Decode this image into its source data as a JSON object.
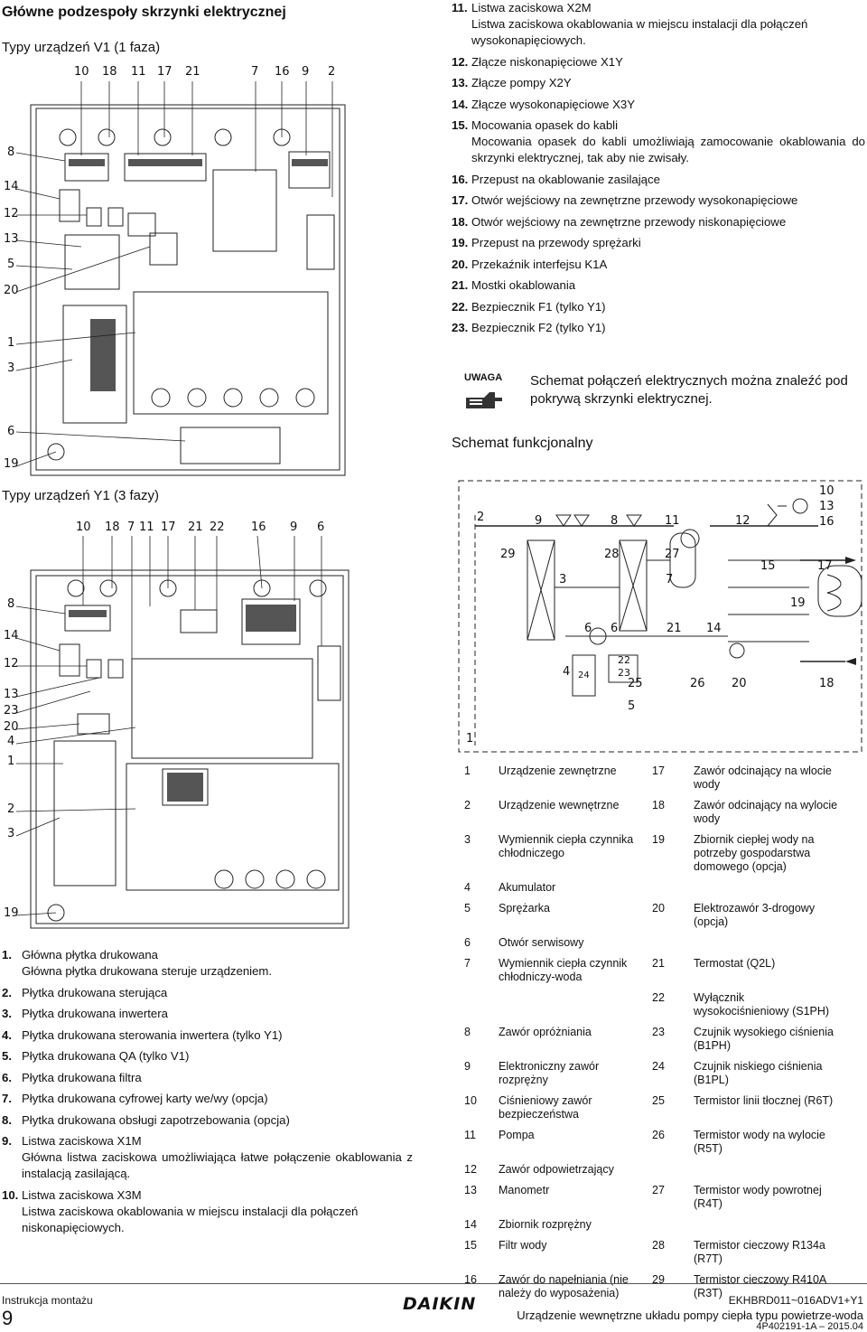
{
  "title": "Główne podzespoły skrzynki elektrycznej",
  "v1": {
    "heading": "Typy urządzeń V1 (1 faza)",
    "top_numbers": [
      "10",
      "18",
      "11",
      "17",
      "21",
      "7",
      "16",
      "9",
      "2"
    ],
    "left_numbers": [
      "8",
      "14",
      "12",
      "13",
      "5",
      "20",
      "1",
      "3",
      "6",
      "19"
    ]
  },
  "y1": {
    "heading": "Typy urządzeń Y1 (3 fazy)",
    "top_numbers": [
      "10",
      "18",
      "7",
      "11",
      "17",
      "21",
      "22",
      "16",
      "9",
      "6"
    ],
    "left_numbers": [
      "8",
      "14",
      "12",
      "13",
      "23",
      "20",
      "4",
      "1",
      "2",
      "3",
      "19"
    ]
  },
  "list_left": [
    {
      "n": "1.",
      "t": "Główna płytka drukowana",
      "d": "Główna płytka drukowana steruje urządzeniem."
    },
    {
      "n": "2.",
      "t": "Płytka drukowana sterująca"
    },
    {
      "n": "3.",
      "t": "Płytka drukowana inwertera"
    },
    {
      "n": "4.",
      "t": "Płytka drukowana sterowania inwertera (tylko Y1)"
    },
    {
      "n": "5.",
      "t": "Płytka drukowana QA (tylko V1)"
    },
    {
      "n": "6.",
      "t": "Płytka drukowana filtra"
    },
    {
      "n": "7.",
      "t": "Płytka drukowana cyfrowej karty we/wy (opcja)"
    },
    {
      "n": "8.",
      "t": "Płytka drukowana obsługi zapotrzebowania (opcja)"
    },
    {
      "n": "9.",
      "t": "Listwa zaciskowa X1M",
      "d": "Główna listwa zaciskowa umożliwiająca łatwe połączenie okablowania z instalacją zasilającą."
    },
    {
      "n": "10.",
      "t": "Listwa zaciskowa X3M",
      "d": "Listwa zaciskowa okablowania w miejscu instalacji dla połączeń niskonapięciowych."
    }
  ],
  "list_right": [
    {
      "n": "11.",
      "t": "Listwa zaciskowa X2M",
      "d": "Listwa zaciskowa okablowania w miejscu instalacji dla połączeń wysokonapięciowych."
    },
    {
      "n": "12.",
      "t": "Złącze niskonapięciowe X1Y"
    },
    {
      "n": "13.",
      "t": "Złącze pompy X2Y"
    },
    {
      "n": "14.",
      "t": "Złącze wysokonapięciowe X3Y"
    },
    {
      "n": "15.",
      "t": "Mocowania opasek do kabli",
      "d": "Mocowania opasek do kabli umożliwiają zamocowanie okablowania do skrzynki elektrycznej, tak aby nie zwisały."
    },
    {
      "n": "16.",
      "t": "Przepust na okablowanie zasilające"
    },
    {
      "n": "17.",
      "t": "Otwór wejściowy na zewnętrzne przewody wysokonapięciowe"
    },
    {
      "n": "18.",
      "t": "Otwór wejściowy na zewnętrzne przewody niskonapięciowe"
    },
    {
      "n": "19.",
      "t": "Przepust na przewody sprężarki"
    },
    {
      "n": "20.",
      "t": "Przekaźnik interfejsu K1A"
    },
    {
      "n": "21.",
      "t": "Mostki okablowania"
    },
    {
      "n": "22.",
      "t": "Bezpiecznik F1 (tylko Y1)"
    },
    {
      "n": "23.",
      "t": "Bezpiecznik F2 (tylko Y1)"
    }
  ],
  "note": {
    "label": "UWAGA",
    "text": "Schemat połączeń elektrycznych można znaleźć pod pokrywą skrzynki elektrycznej."
  },
  "schemat": {
    "heading": "Schemat funkcjonalny",
    "labels": [
      "2",
      "9",
      "8",
      "11",
      "12",
      "10",
      "13",
      "16",
      "29",
      "28",
      "27",
      "15",
      "17",
      "3",
      "7",
      "19",
      "6",
      "6",
      "21",
      "14",
      "4",
      "24",
      "22",
      "23",
      "25",
      "26",
      "20",
      "18",
      "5",
      "1"
    ]
  },
  "legend": [
    {
      "n1": "1",
      "t1": "Urządzenie zewnętrzne",
      "n2": "17",
      "t2": "Zawór odcinający na wlocie wody"
    },
    {
      "n1": "2",
      "t1": "Urządzenie wewnętrzne",
      "n2": "18",
      "t2": "Zawór odcinający na wylocie wody"
    },
    {
      "n1": "3",
      "t1": "Wymiennik ciepła czynnika chłodniczego",
      "n2": "19",
      "t2": "Zbiornik ciepłej wody na potrzeby gospodarstwa domowego (opcja)"
    },
    {
      "n1": "4",
      "t1": "Akumulator",
      "n2": "",
      "t2": ""
    },
    {
      "n1": "5",
      "t1": "Sprężarka",
      "n2": "20",
      "t2": "Elektrozawór 3-drogowy (opcja)"
    },
    {
      "n1": "6",
      "t1": "Otwór serwisowy",
      "n2": "",
      "t2": ""
    },
    {
      "n1": "7",
      "t1": "Wymiennik ciepła czynnik chłodniczy-woda",
      "n2": "21",
      "t2": "Termostat (Q2L)"
    },
    {
      "n1": "",
      "t1": "",
      "n2": "22",
      "t2": "Wyłącznik wysokociśnieniowy (S1PH)"
    },
    {
      "n1": "8",
      "t1": "Zawór opróżniania",
      "n2": "23",
      "t2": "Czujnik wysokiego ciśnienia (B1PH)"
    },
    {
      "n1": "9",
      "t1": "Elektroniczny zawór rozprężny",
      "n2": "24",
      "t2": "Czujnik niskiego ciśnienia (B1PL)"
    },
    {
      "n1": "10",
      "t1": "Ciśnieniowy zawór bezpieczeństwa",
      "n2": "25",
      "t2": "Termistor linii tłocznej (R6T)"
    },
    {
      "n1": "11",
      "t1": "Pompa",
      "n2": "26",
      "t2": "Termistor wody na wylocie (R5T)"
    },
    {
      "n1": "12",
      "t1": "Zawór odpowietrzający",
      "n2": "",
      "t2": ""
    },
    {
      "n1": "13",
      "t1": "Manometr",
      "n2": "27",
      "t2": "Termistor wody powrotnej (R4T)"
    },
    {
      "n1": "14",
      "t1": "Zbiornik rozprężny",
      "n2": "",
      "t2": ""
    },
    {
      "n1": "15",
      "t1": "Filtr wody",
      "n2": "28",
      "t2": "Termistor cieczowy R134a (R7T)"
    },
    {
      "n1": "16",
      "t1": "Zawór do napełniania (nie należy do wyposażenia)",
      "n2": "29",
      "t2": "Termistor cieczowy R410A (R3T)"
    }
  ],
  "footer": {
    "left_top": "Instrukcja montażu",
    "page": "9",
    "brand": "DAIKIN",
    "model": "EKHBRD011~016ADV1+Y1",
    "product": "Urządzenie wewnętrzne układu pompy ciepła typu powietrze-woda",
    "doc": "4P402191-1A – 2015.04"
  }
}
